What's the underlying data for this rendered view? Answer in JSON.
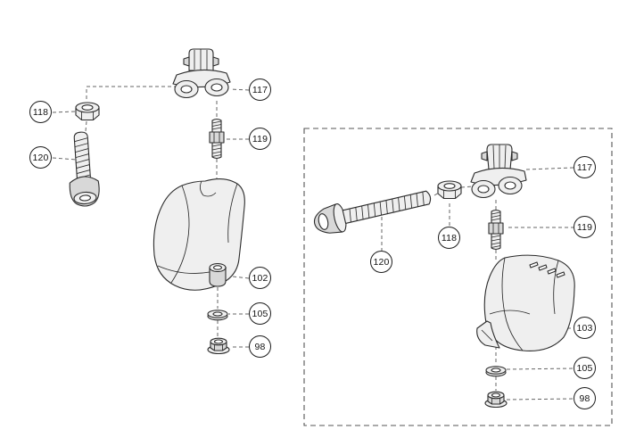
{
  "callouts": {
    "left": {
      "nut": "118",
      "bolt": "120",
      "clamp": "117",
      "stud": "119",
      "guard": "102",
      "washer": "105",
      "locknut": "98"
    },
    "right": {
      "bolt": "120",
      "nut": "118",
      "clamp": "117",
      "stud": "119",
      "guard": "103",
      "washer": "105",
      "locknut": "98"
    }
  }
}
